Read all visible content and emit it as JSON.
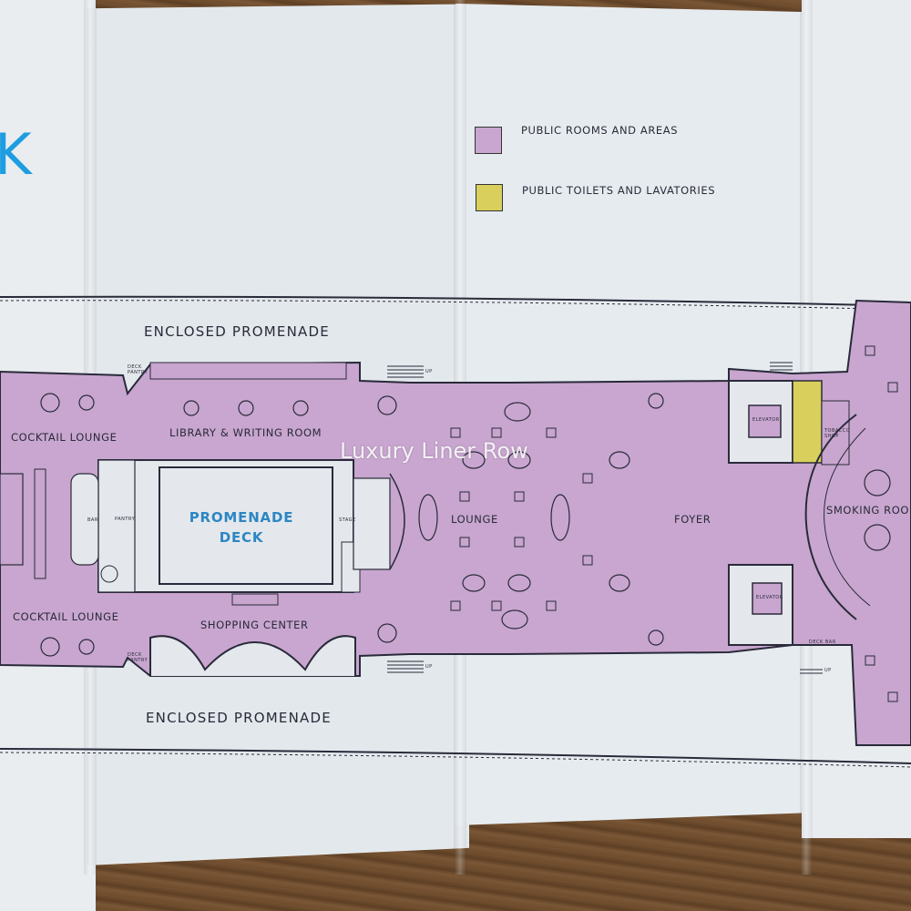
{
  "brochure": {
    "heading_fragment": "K",
    "deck_title": "PROMENADE DECK",
    "watermark": "Luxury Liner Row"
  },
  "legend": {
    "items": [
      {
        "label": "PUBLIC ROOMS AND AREAS",
        "color": "#c8a6cf"
      },
      {
        "label": "PUBLIC TOILETS AND LAVATORIES",
        "color": "#d9cf5c"
      }
    ]
  },
  "rooms": {
    "enclosed_promenade_top": "ENCLOSED PROMENADE",
    "enclosed_promenade_bottom": "ENCLOSED PROMENADE",
    "cocktail_lounge_top": "COCKTAIL LOUNGE",
    "cocktail_lounge_bottom": "COCKTAIL LOUNGE",
    "library": "LIBRARY & WRITING ROOM",
    "shopping_center": "SHOPPING CENTER",
    "lounge": "LOUNGE",
    "foyer": "FOYER",
    "smoking_room": "SMOKING ROO",
    "stage": "STAGE",
    "pantry": "PANTRY",
    "bar": "BAR",
    "deck_pantry_top": "DECK PANTRY",
    "deck_pantry_bottom": "DECK PANTRY",
    "elevator_top": "ELEVATOR",
    "elevator_bottom": "ELEVATOR",
    "tobacco_shop": "TOBACCO SHOP",
    "deck_bar": "DECK BAR",
    "up_top": "UP",
    "up_bottom": "UP",
    "up_right": "UP"
  },
  "colors": {
    "public_rooms": "#c8a6cf",
    "toilets": "#d9cf5c",
    "title_blue": "#2d86c4"
  }
}
